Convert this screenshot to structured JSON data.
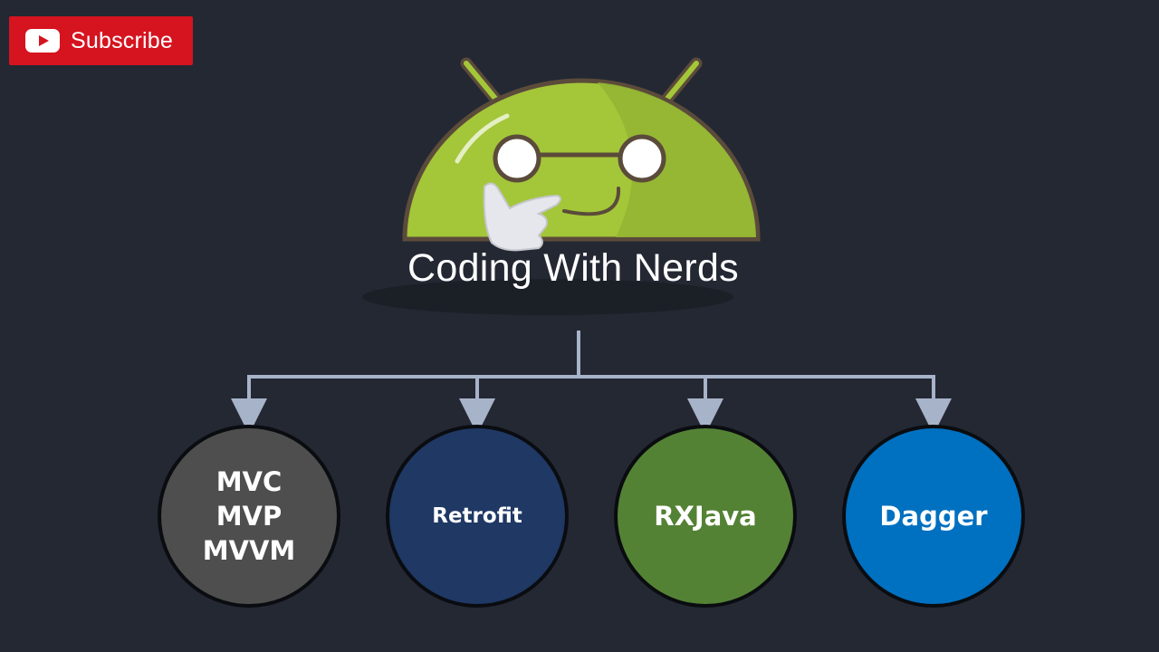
{
  "subscribe": {
    "label": "Subscribe",
    "icon": "youtube-play-icon",
    "color": "#d5141f"
  },
  "brand": {
    "name": "Coding With Nerds",
    "logo_icon": "android-thinking-mascot-icon",
    "mascot_color": "#a4c639"
  },
  "nodes": [
    {
      "label": "MVC\nMVP\nMVVM",
      "color": "#4e4e4e"
    },
    {
      "label": "Retrofit",
      "color": "#1f3864"
    },
    {
      "label": "RXJava",
      "color": "#548235"
    },
    {
      "label": "Dagger",
      "color": "#0070c0"
    }
  ],
  "connector_color": "#a7b3c8"
}
